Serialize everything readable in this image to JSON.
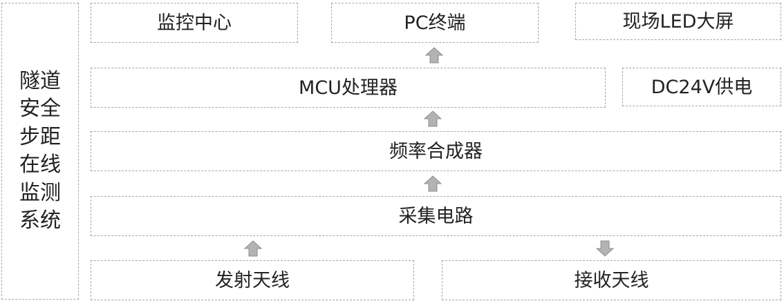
{
  "side_title": "隧道安全步距在线监测系统",
  "top": {
    "monitor_center": "监控中心",
    "pc_terminal": "PC终端",
    "led_screen": "现场LED大屏"
  },
  "mcu": "MCU处理器",
  "power": "DC24V供电",
  "synth": "频率合成器",
  "acquisition": "采集电路",
  "tx_antenna": "发射天线",
  "rx_antenna": "接收天线",
  "colors": {
    "border": "#a6a6a6",
    "arrow_fill": "#b3b3b3",
    "arrow_stroke": "#8c8c8c",
    "text": "#222222"
  }
}
